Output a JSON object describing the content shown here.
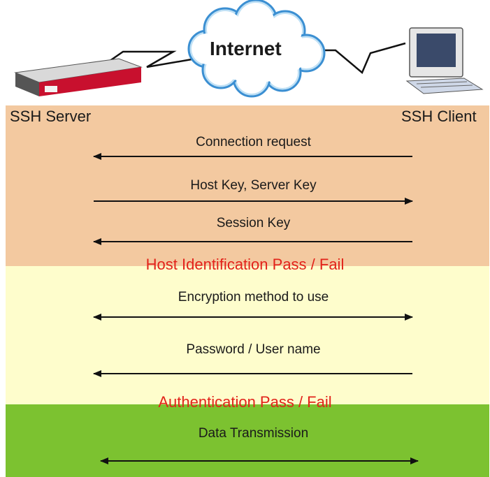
{
  "diagram": {
    "internet_label": "Internet",
    "server_label": "SSH Server",
    "client_label": "SSH Client",
    "messages": [
      {
        "text": "Connection request",
        "direction": "to-server"
      },
      {
        "text": "Host Key, Server Key",
        "direction": "to-client"
      },
      {
        "text": "Session Key",
        "direction": "to-server"
      },
      {
        "text": "Encryption method to use",
        "direction": "both"
      },
      {
        "text": "Password / User name",
        "direction": "to-server"
      },
      {
        "text": "Data Transmission",
        "direction": "both"
      }
    ],
    "phase_status": [
      "Host Identification Pass / Fail",
      "Authentication Pass / Fail"
    ],
    "colors": {
      "phase1_band": "#f3c9a0",
      "phase2_band": "#fefdcc",
      "phase3_band": "#7cc230",
      "status_text": "#e2231a"
    }
  }
}
